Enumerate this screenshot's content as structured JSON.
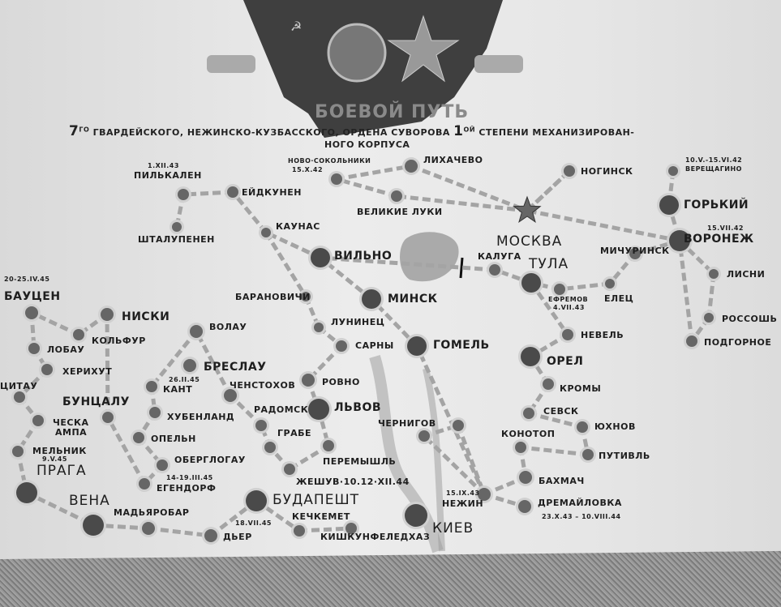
{
  "header": {
    "title": "БОЕВОЙ ПУТЬ",
    "subtitle_num1": "7",
    "subtitle_sup1": "ГО",
    "subtitle_part1": " ГВАРДЕЙСКОГО, НЕЖИНСКО-КУЗБАССКОГО, ОРДЕНА СУВОРОВА ",
    "subtitle_num2": "1",
    "subtitle_sup2": "ОЙ",
    "subtitle_part2": " СТЕПЕНИ МЕХАНИЗИРОВАН-",
    "subtitle_line2": "НОГО КОРПУСА"
  },
  "places": {
    "pilkalen": "Пилькален",
    "pilkalen_date": "1.XII.43",
    "shtalupenen": "Шталупенен",
    "eidkunen": "Ейдкунен",
    "kaunas": "Каунас",
    "vilno": "Вильно",
    "novosokolniki": "Ново·Сокольники",
    "novosokolniki_date": "15.X.42",
    "likhachevo": "Лихачево",
    "velikie_luki": "Великие Луки",
    "moskva": "МОСКВА",
    "noginsk": "Ногинск",
    "vereshchagino": "Верещагино",
    "vereshchagino_date": "10.V.-15.VI.42",
    "gorky": "Горький",
    "voronezh": "Воронеж",
    "voronezh_date": "15.VII.42",
    "michurinsk": "Мичуринск",
    "elets": "Елец",
    "efremov": "Ефремов",
    "efremov_date": "4.VII.43",
    "tula": "ТУЛА",
    "kaluga": "Калуга",
    "lisni": "Лисни",
    "rossosh": "Россошь",
    "podgornoe": "Подгорное",
    "minsk": "Минск",
    "baranovichi": "Барановичи",
    "luninets": "Лунинец",
    "sarny": "Сарны",
    "gomel": "Гомель",
    "rovno": "Ровно",
    "lvov": "Львов",
    "radomsk": "Радомск",
    "grabe": "Грабе",
    "peremyshl": "Перемышль",
    "zheshuv": "Жешув·10.12·XII.44",
    "chernigov": "Чернигов",
    "nezhin": "Нежин",
    "nezhin_date": "15.IX.43",
    "kiev": "КИЕВ",
    "budapesht": "БУДАПЕШТ",
    "kechkemet": "Кечкемет",
    "kishkunfeledhaz": "Кишкунфеледхаз",
    "dyer": "Дьер",
    "dyer_date": "18.VII.45",
    "madyarobar": "Мадьяробар",
    "vena": "ВЕНА",
    "praga": "ПРАГА",
    "melnik": "Мельник",
    "melnik_date": "9.V.45",
    "cheska": "Ческа",
    "ampa": "Ампа",
    "citau": "Цитау",
    "herikhut": "Херихут",
    "lobau": "Лобау",
    "bautsen": "Бауцен",
    "bautsen_date": "20-25.IV.45",
    "kolfur": "Кольфур",
    "niski": "Ниски",
    "buntsalu": "Бунцалу",
    "egendorf": "Егендорф",
    "egendorf_date": "14-19.III.45",
    "oberglogau": "Оберглогау",
    "opeln": "Опельн",
    "hubenland": "Хубенланд",
    "kant": "Кант",
    "kant_date": "26.II.45",
    "volau": "Волау",
    "breslau": "Бреслау",
    "chenstokhov": "Ченстохов",
    "orel": "Орел",
    "kromy": "Кромы",
    "sevsk": "Севск",
    "yukhnov": "Юхнов",
    "konotop": "Конотоп",
    "putivl": "Путивль",
    "bakhmach": "Бахмач",
    "dremailovka": "Дремайловка",
    "dremailovka_date": "23.X.43 – 10.VIII.44",
    "nevel": "Невель"
  },
  "colors": {
    "paper": "#e6e6e6",
    "route": "#9a9a9a",
    "node": "#555555",
    "flag": "#3c3c3c"
  }
}
